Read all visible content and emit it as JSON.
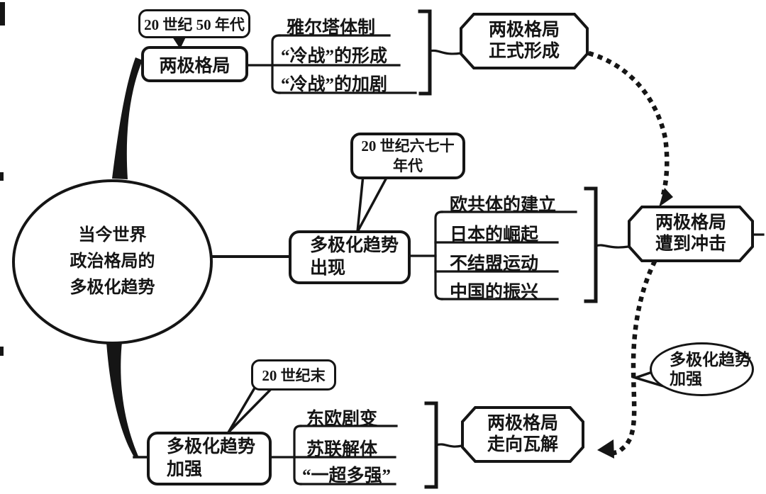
{
  "colors": {
    "ink": "#151515",
    "paper": "#ffffff"
  },
  "center": {
    "line1": "当今世界",
    "line2": "政治格局的",
    "line3": "多极化趋势"
  },
  "top_branch": {
    "period": "20 世纪 50 年代",
    "node": "两极格局",
    "items": [
      "雅尔塔体制",
      "“冷战”的形成",
      "“冷战”的加剧"
    ],
    "result_line1": "两极格局",
    "result_line2": "正式形成"
  },
  "middle_branch": {
    "period_line1": "20 世纪六七十",
    "period_line2": "年代",
    "node_line1": "多极化趋势",
    "node_line2": "出现",
    "items": [
      "欧共体的建立",
      "日本的崛起",
      "不结盟运动",
      "中国的振兴"
    ],
    "result_line1": "两极格局",
    "result_line2": "遭到冲击"
  },
  "bottom_branch": {
    "period": "20 世纪末",
    "node_line1": "多极化趋势",
    "node_line2": "加强",
    "items": [
      "东欧剧变",
      "苏联解体",
      "“一超多强”"
    ],
    "result_line1": "两极格局",
    "result_line2": "走向瓦解"
  },
  "callout": {
    "line1": "多极化趋势",
    "line2": "加强"
  }
}
